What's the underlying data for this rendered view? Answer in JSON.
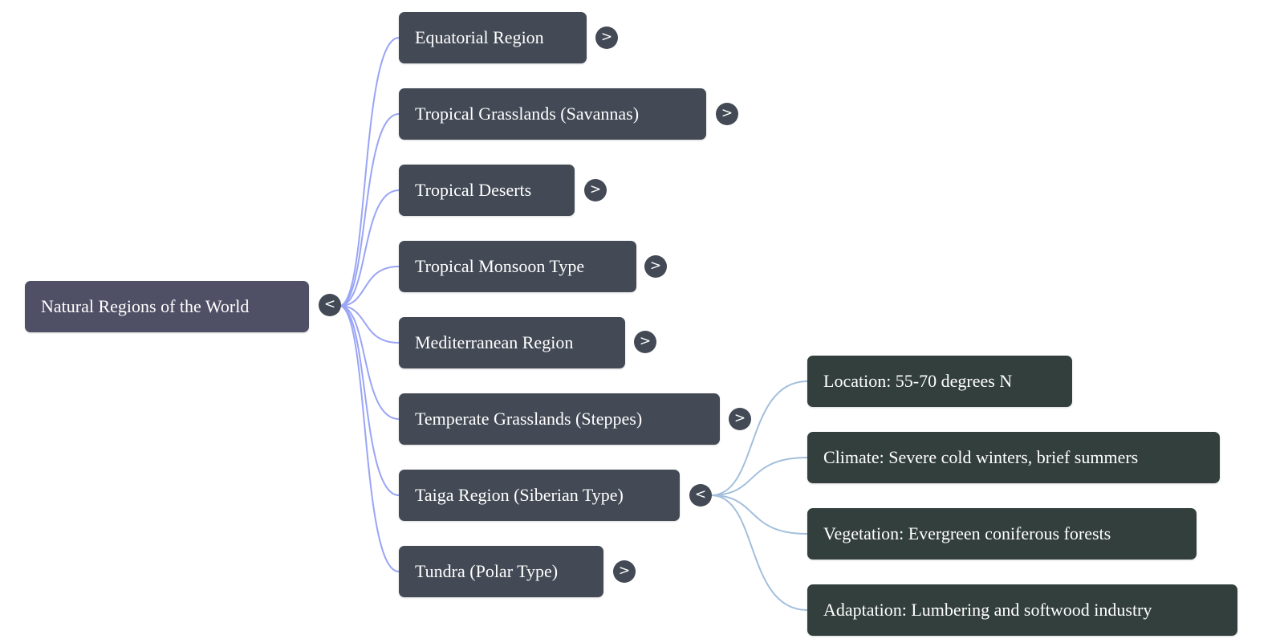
{
  "root": {
    "label": "Natural Regions of the World",
    "toggle": "<"
  },
  "regions": [
    {
      "label": "Equatorial Region",
      "toggle": ">"
    },
    {
      "label": "Tropical Grasslands (Savannas)",
      "toggle": ">"
    },
    {
      "label": "Tropical Deserts",
      "toggle": ">"
    },
    {
      "label": "Tropical Monsoon Type",
      "toggle": ">"
    },
    {
      "label": "Mediterranean Region",
      "toggle": ">"
    },
    {
      "label": "Temperate Grasslands (Steppes)",
      "toggle": ">"
    },
    {
      "label": "Taiga Region (Siberian Type)",
      "toggle": "<"
    },
    {
      "label": "Tundra (Polar Type)",
      "toggle": ">"
    }
  ],
  "taiga_details": [
    {
      "label": "Location: 55-70 degrees N"
    },
    {
      "label": "Climate: Severe cold winters, brief summers"
    },
    {
      "label": "Vegetation: Evergreen coniferous forests"
    },
    {
      "label": "Adaptation: Lumbering and softwood industry"
    }
  ],
  "colors": {
    "root_node": "#4f5065",
    "region_node": "#434a55",
    "detail_node": "#333f3c",
    "root_links": "#9aa5f5",
    "detail_links": "#a3bfdc"
  }
}
